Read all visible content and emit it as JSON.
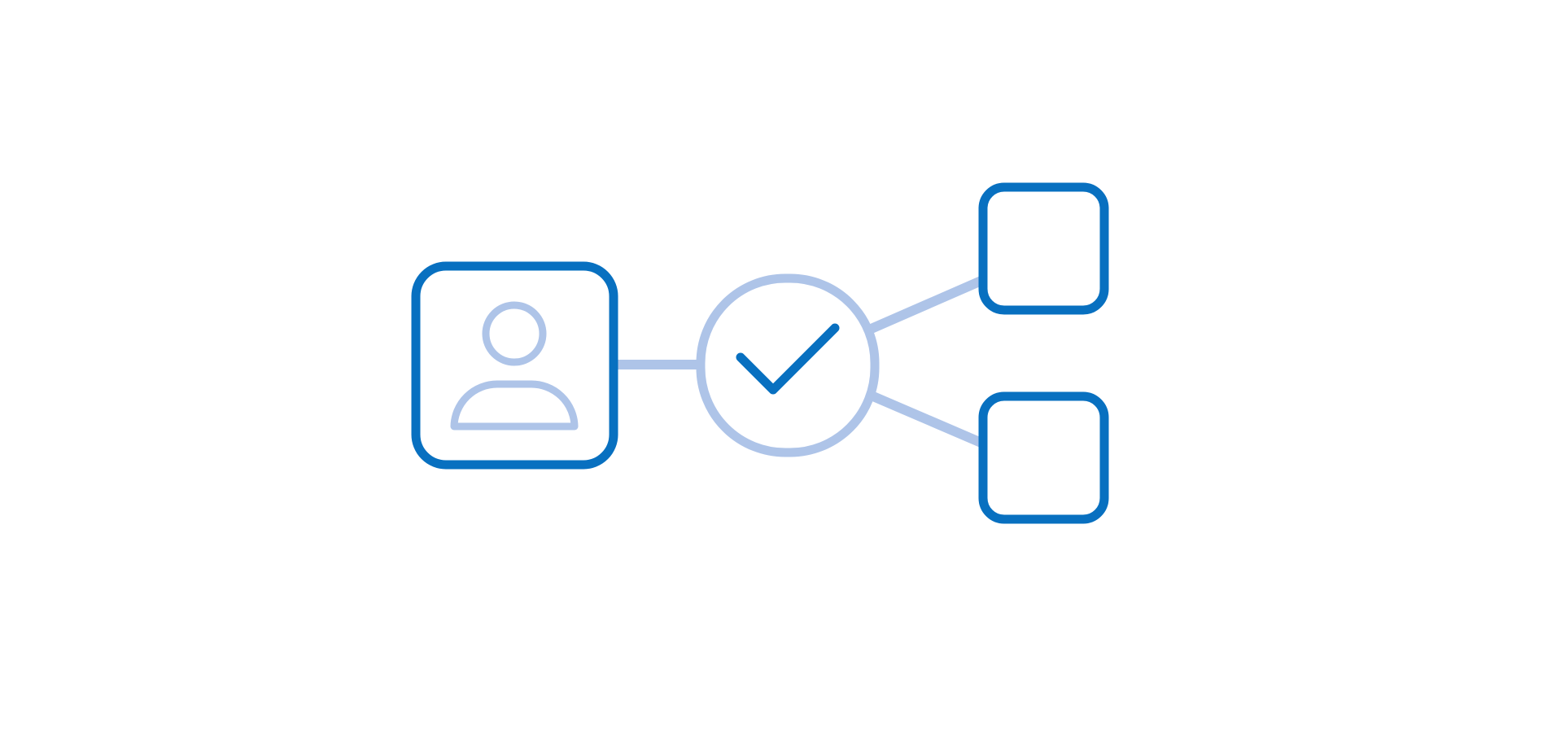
{
  "diagram": {
    "type": "flow",
    "colors": {
      "primary": "#0870c0",
      "secondary": "#aec4e8",
      "background": "#ffffff"
    },
    "nodes": [
      {
        "id": "user",
        "icon": "user-icon"
      },
      {
        "id": "approval",
        "icon": "checkmark-icon"
      },
      {
        "id": "target-top",
        "icon": "empty-square"
      },
      {
        "id": "target-bottom",
        "icon": "empty-square"
      }
    ],
    "edges": [
      {
        "from": "user",
        "to": "approval"
      },
      {
        "from": "approval",
        "to": "target-top"
      },
      {
        "from": "approval",
        "to": "target-bottom"
      }
    ]
  }
}
